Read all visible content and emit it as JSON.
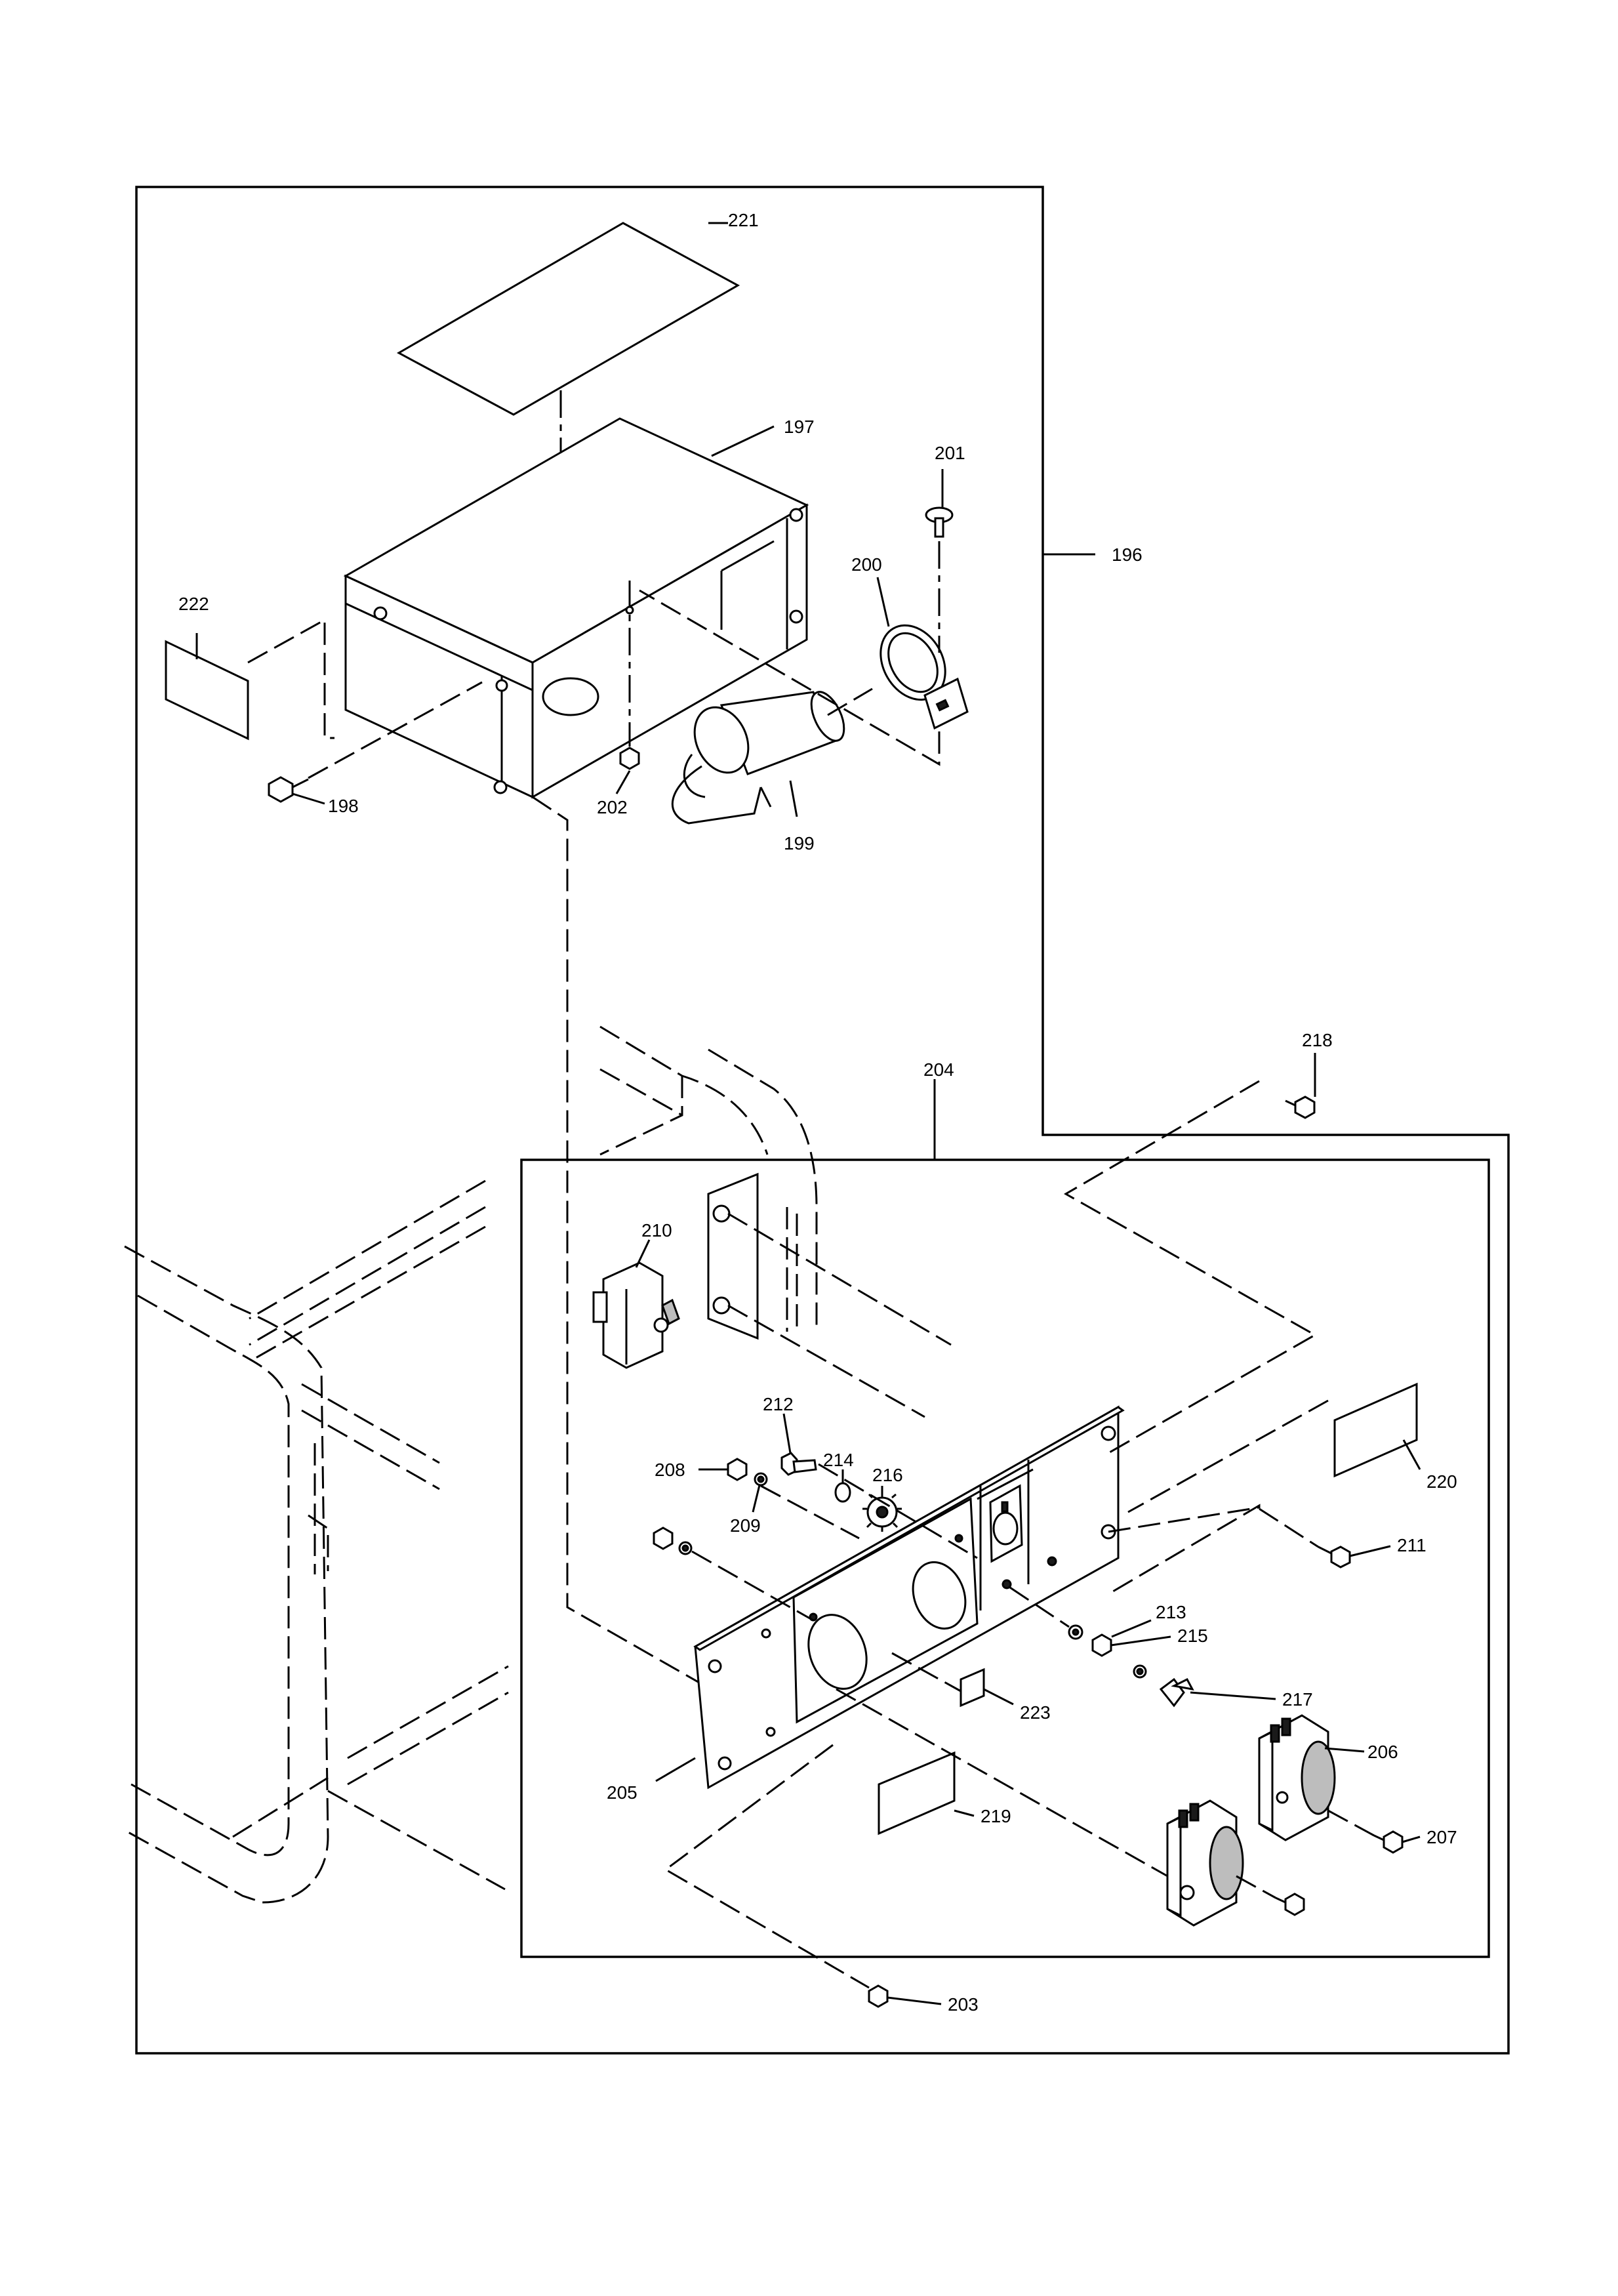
{
  "callouts": {
    "c196": "196",
    "c197": "197",
    "c198": "198",
    "c199": "199",
    "c200": "200",
    "c201": "201",
    "c202": "202",
    "c203": "203",
    "c204": "204",
    "c205": "205",
    "c206": "206",
    "c207": "207",
    "c208": "208",
    "c209": "209",
    "c210": "210",
    "c211": "211",
    "c212": "212",
    "c213": "213",
    "c214": "214",
    "c215": "215",
    "c216": "216",
    "c217": "217",
    "c218": "218",
    "c219": "219",
    "c220": "220",
    "c221": "221",
    "c222": "222",
    "c223": "223"
  }
}
